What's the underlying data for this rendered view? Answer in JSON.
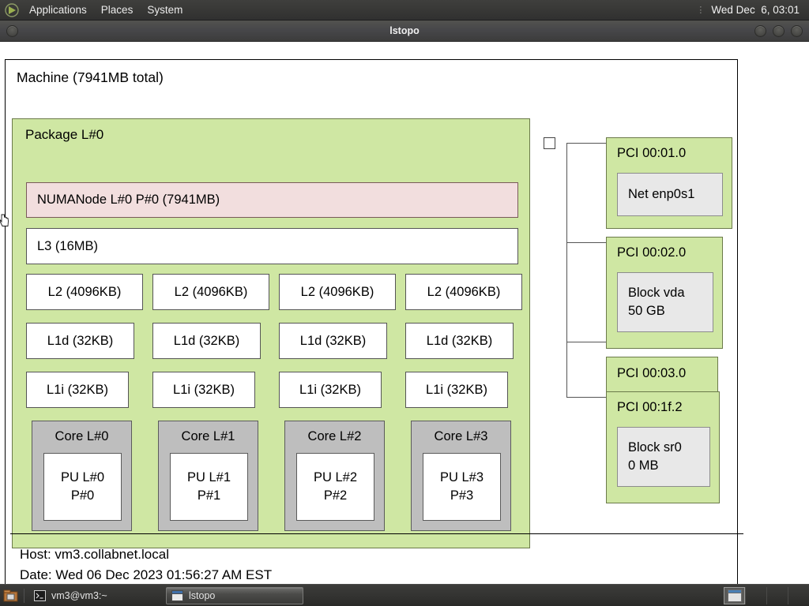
{
  "top_panel": {
    "logo_icon": "gnome-foot-icon",
    "menus": [
      "Applications",
      "Places",
      "System"
    ],
    "clock": "Wed Dec  6, 03:01",
    "grip_icon": "panel-grip-icon"
  },
  "window": {
    "title": "lstopo",
    "left_button_icon": "window-menu-icon",
    "right_buttons": [
      "minimize-button",
      "maximize-button",
      "close-button"
    ]
  },
  "topology": {
    "machine_label": "Machine (7941MB total)",
    "package": {
      "label": "Package L#0",
      "numanode": "NUMANode L#0 P#0 (7941MB)",
      "l3": "L3 (16MB)",
      "l2": [
        "L2 (4096KB)",
        "L2 (4096KB)",
        "L2 (4096KB)",
        "L2 (4096KB)"
      ],
      "l1d": [
        "L1d (32KB)",
        "L1d (32KB)",
        "L1d (32KB)",
        "L1d (32KB)"
      ],
      "l1i": [
        "L1i (32KB)",
        "L1i (32KB)",
        "L1i (32KB)",
        "L1i (32KB)"
      ],
      "cores": [
        {
          "label": "Core L#0",
          "pu_line1": "PU L#0",
          "pu_line2": "P#0"
        },
        {
          "label": "Core L#1",
          "pu_line1": "PU L#1",
          "pu_line2": "P#1"
        },
        {
          "label": "Core L#2",
          "pu_line1": "PU L#2",
          "pu_line2": "P#2"
        },
        {
          "label": "Core L#3",
          "pu_line1": "PU L#3",
          "pu_line2": "P#3"
        }
      ]
    },
    "pci_devices": [
      {
        "label": "PCI 00:01.0",
        "child_line1": "Net enp0s1",
        "child_line2": ""
      },
      {
        "label": "PCI 00:02.0",
        "child_line1": "Block vda",
        "child_line2": "50 GB"
      },
      {
        "label": "PCI 00:03.0",
        "child_line1": "",
        "child_line2": ""
      },
      {
        "label": "PCI 00:1f.2",
        "child_line1": "Block sr0",
        "child_line2": "0 MB"
      }
    ],
    "footer": {
      "host": "Host: vm3.collabnet.local",
      "date": "Date: Wed 06 Dec 2023 01:56:27 AM EST"
    },
    "colors": {
      "package_fill": "#cfe7a3",
      "numanode_fill": "#f2dede",
      "cache_fill": "#ffffff",
      "core_fill": "#bebebe",
      "pci_fill": "#cfe7a3",
      "pci_child_fill": "#e8e8e8",
      "outline": "#6b7a4a"
    }
  },
  "taskbar": {
    "show_desktop_icon": "show-desktop-icon",
    "tasks": [
      {
        "label": "vm3@vm3:~",
        "icon": "terminal-icon",
        "active": false
      },
      {
        "label": "lstopo",
        "icon": "window-icon",
        "active": true
      }
    ],
    "workspace_icon": "workspace-switcher-icon"
  },
  "cursor": {
    "icon": "hand-pointer-cursor"
  }
}
